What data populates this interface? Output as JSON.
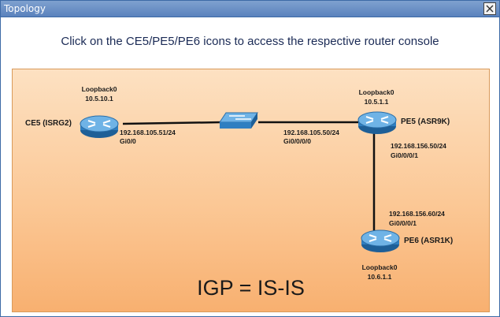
{
  "window": {
    "title": "Topology",
    "instruction": "Click on the CE5/PE5/PE6 icons to access the respective router console"
  },
  "devices": {
    "ce5": {
      "name": "CE5 (ISRG2)",
      "loopback_label": "Loopback0",
      "loopback_ip": "10.5.10.1",
      "ip": "192.168.105.51/24",
      "interface": "Gi0/0"
    },
    "pe5": {
      "name": "PE5 (ASR9K)",
      "loopback_label": "Loopback0",
      "loopback_ip": "10.5.1.1",
      "ip_left": "192.168.105.50/24",
      "interface_left": "Gi0/0/0/0",
      "ip_down": "192.168.156.50/24",
      "interface_down": "Gi0/0/0/1"
    },
    "pe6": {
      "name": "PE6 (ASR1K)",
      "loopback_label": "Loopback0",
      "loopback_ip": "10.6.1.1",
      "ip": "192.168.156.60/24",
      "interface": "Gi0/0/0/1"
    }
  },
  "igp_label": "IGP = IS-IS",
  "colors": {
    "router": "#2f7fc1",
    "router_top": "#6fb3e6",
    "link": "#111111",
    "canvas": "#fbc896"
  }
}
